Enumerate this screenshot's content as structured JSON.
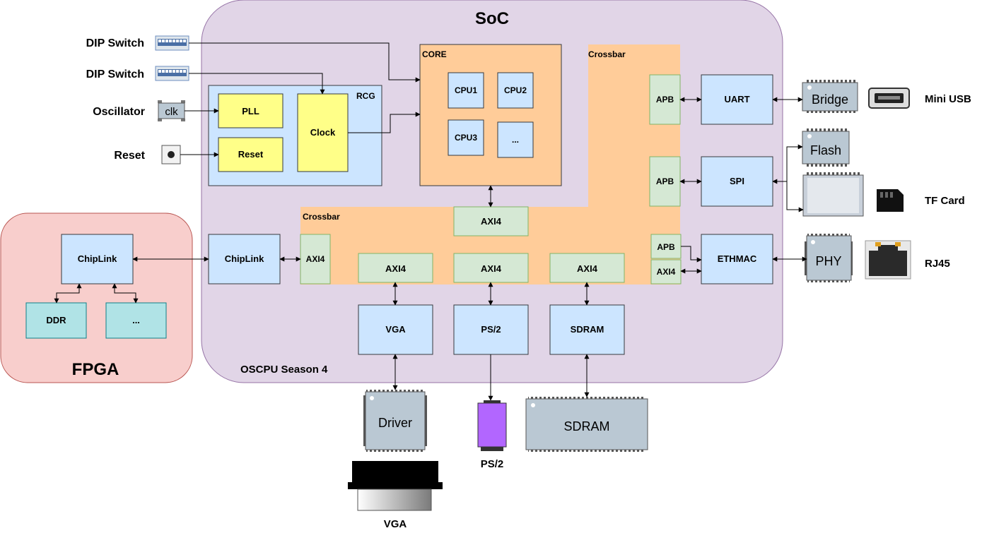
{
  "soc": {
    "title": "SoC",
    "subtitle": "OSCPU Season 4"
  },
  "fpga": {
    "title": "FPGA",
    "chiplink": "ChipLink",
    "ddr": "DDR",
    "more": "..."
  },
  "inputs": {
    "dip_switch_1": "DIP Switch",
    "dip_switch_2": "DIP Switch",
    "oscillator": "Oscillator",
    "clk": "clk",
    "reset": "Reset"
  },
  "rcg": {
    "title": "RCG",
    "pll": "PLL",
    "reset": "Reset",
    "clock": "Clock"
  },
  "core": {
    "title": "CORE",
    "cpu1": "CPU1",
    "cpu2": "CPU2",
    "cpu3": "CPU3",
    "more": "..."
  },
  "crossbar": {
    "top_label": "Crossbar",
    "bottom_label": "Crossbar",
    "axi4_core": "AXI4",
    "axi4_chiplink": "AXI4",
    "axi4_vga": "AXI4",
    "axi4_ps2": "AXI4",
    "axi4_sdram": "AXI4",
    "apb_uart": "APB",
    "apb_spi": "APB",
    "apb_eth": "APB",
    "axi4_eth": "AXI4"
  },
  "peripherals": {
    "uart": "UART",
    "spi": "SPI",
    "ethmac": "ETHMAC",
    "chiplink": "ChipLink",
    "vga": "VGA",
    "ps2": "PS/2",
    "sdram": "SDRAM"
  },
  "external": {
    "bridge": "Bridge",
    "mini_usb": "Mini USB",
    "flash": "Flash",
    "tf_card": "TF Card",
    "phy": "PHY",
    "rj45": "RJ45",
    "driver": "Driver",
    "vga": "VGA",
    "ps2": "PS/2",
    "sdram_chip": "SDRAM"
  },
  "colors": {
    "soc_bg": "#e1d5e7",
    "fpga_bg": "#f8cecc",
    "crossbar": "#ffcc99",
    "block_blue": "#cce5ff",
    "block_yellow": "#ffff88",
    "block_green": "#d5e8d4",
    "block_teal": "#b0e3e6",
    "chip_grey": "#bac8d3",
    "ps2_purple": "#b266ff"
  }
}
